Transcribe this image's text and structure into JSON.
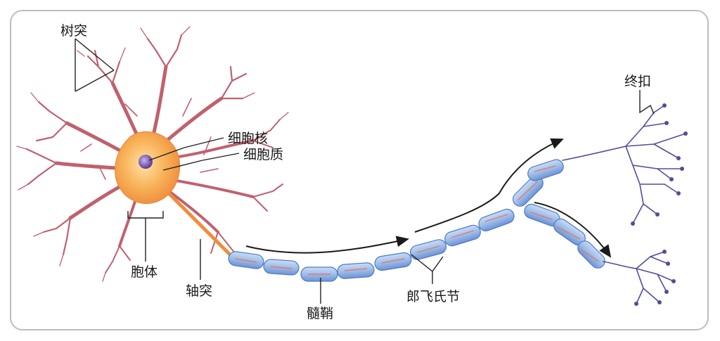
{
  "labels": {
    "dendrite": "树突",
    "nucleus": "细胞核",
    "cytoplasm": "细胞质",
    "cell_body": "胞体",
    "axon": "轴突",
    "myelin_sheath": "髓鞘",
    "nodes_of_ranvier": "郎飞氏节",
    "axon_terminal": "终扣"
  },
  "colors": {
    "soma": "#f5a04a",
    "soma_light": "#fbd08a",
    "dendrite": "#c0616e",
    "nucleus": "#7d55b5",
    "myelin": "#8fb3e6",
    "myelin_edge": "#4f78c4",
    "node_line": "#e07a6a",
    "terminal": "#4f4f9a",
    "arrow": "#1a1a1a",
    "border": "#bdbdbd"
  }
}
